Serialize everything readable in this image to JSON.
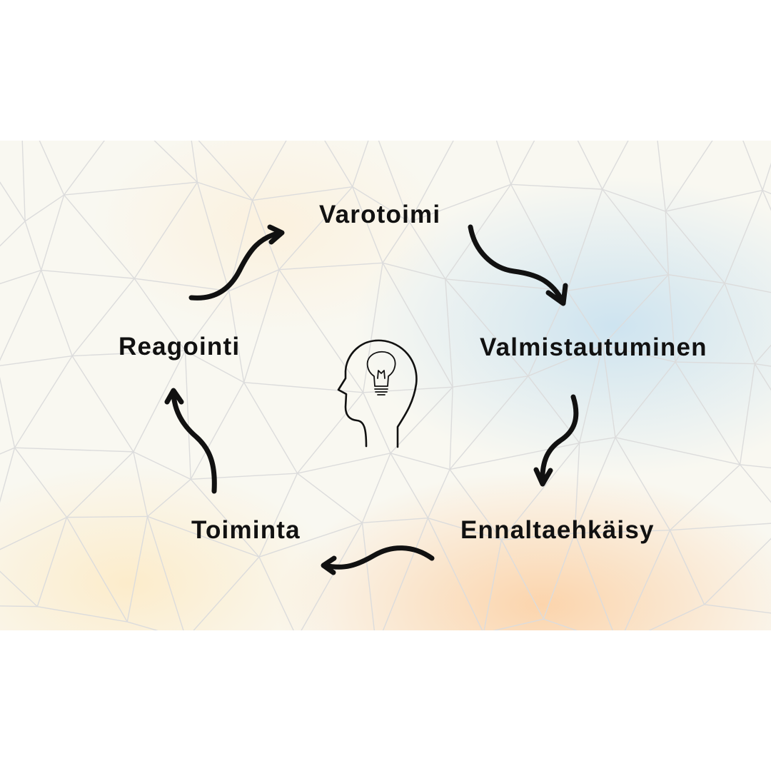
{
  "diagram": {
    "steps": [
      {
        "id": "varotoimi",
        "label": "Varotoimi"
      },
      {
        "id": "valmistautuminen",
        "label": "Valmistautuminen"
      },
      {
        "id": "ennaltaehkaisy",
        "label": "Ennaltaehkäisy"
      },
      {
        "id": "toiminta",
        "label": "Toiminta"
      },
      {
        "id": "reagointi",
        "label": "Reagointi"
      }
    ],
    "center_icon": "head-with-lightbulb-icon",
    "arrow_icon": "curved-arrow-icon",
    "colors": {
      "text": "#111111",
      "arrow": "#111111",
      "mesh_lines": "#dcdcdc",
      "background": "#f9f8f1",
      "blue_tint": "#c6e0f0",
      "orange_tint": "#fcce9f"
    }
  }
}
